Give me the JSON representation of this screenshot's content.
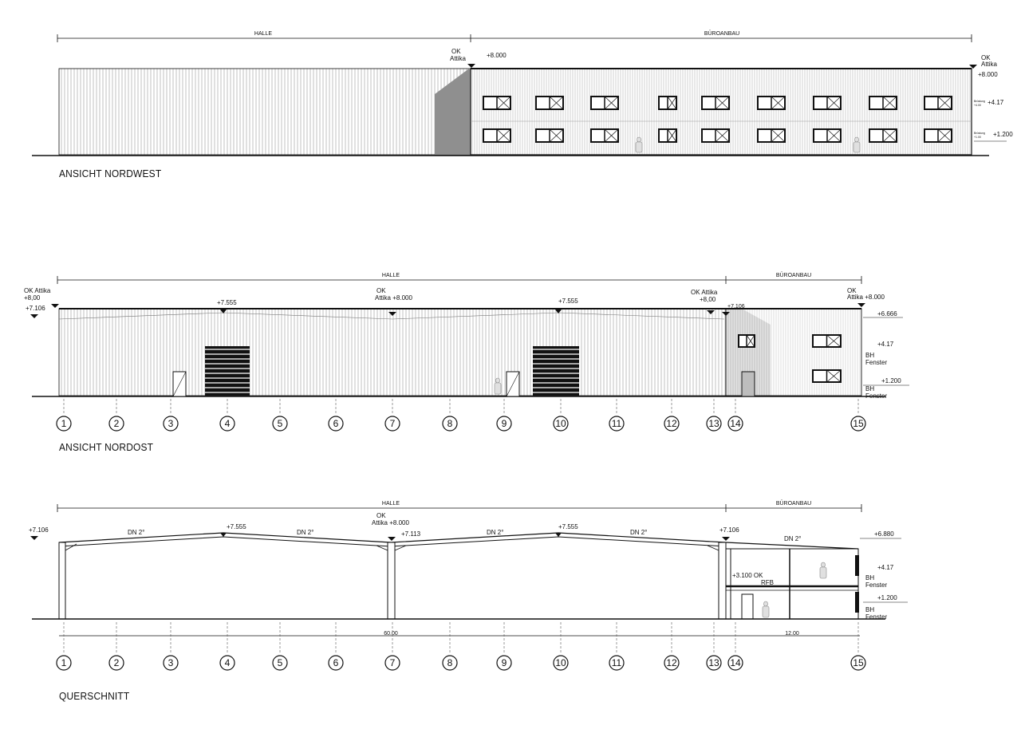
{
  "views": {
    "nordwest": {
      "title": "ANSICHT NORDWEST",
      "zone_halle": "HALLE",
      "zone_buero": "BÜROANBAU",
      "ok_label": "OK",
      "attika_label": "Attika",
      "attika_mid_value": "+8.000",
      "ok_right_1": "OK",
      "ok_right_2": "Attika",
      "attika_right_value": "+8.000",
      "level_upper": "+4.17",
      "level_lower": "+1.200",
      "small_upper_1": "Brüstung",
      "small_upper_2": "+4.00",
      "small_lower_1": "Brüstung",
      "small_lower_2": "+1.00"
    },
    "nordost": {
      "title": "ANSICHT NORDOST",
      "zone_halle": "HALLE",
      "zone_buero": "BÜROANBAU",
      "left_ok": "OK Attika",
      "left_val1": "+8,00",
      "left_val2": "+7.106",
      "peak1": "+7.555",
      "mid_ok": "OK",
      "mid_attika": "Attika +8.000",
      "peak2": "+7.555",
      "r_ok": "OK Attika",
      "r_val": "+8,00",
      "r_val2": "+7.106",
      "far_ok": "OK",
      "far_attika": "Attika +8.000",
      "level_6": "+6.666",
      "level_4": "+4.17",
      "bh1": "BH",
      "fenster1": "Fenster",
      "level_1": "+1.200",
      "bh2": "BH",
      "fenster2": "Fenster",
      "axes": [
        "1",
        "2",
        "3",
        "4",
        "5",
        "6",
        "7",
        "8",
        "9",
        "10",
        "11",
        "12",
        "13",
        "14",
        "15"
      ]
    },
    "querschnitt": {
      "title": "QUERSCHNITT",
      "zone_halle": "HALLE",
      "zone_buero": "BÜROANBAU",
      "left_val": "+7.106",
      "dn1": "DN  2°",
      "peak1": "+7.555",
      "dn2": "DN  2°",
      "mid_ok": "OK",
      "mid_attika": "Attika +8.000",
      "mid_val": "+7.113",
      "dn3": "DN  2°",
      "peak2": "+7.555",
      "dn4": "DN  2°",
      "r_val": "+7.106",
      "dn5": "DN  2°",
      "level_6": "+6.880",
      "okrfb_1": "+3.100 OK",
      "okrfb_2": "RFB",
      "level_4": "+4.17",
      "bh1": "BH",
      "fenster1": "Fenster",
      "level_1": "+1.200",
      "bh2": "BH",
      "fenster2": "Fenster",
      "dim_halle": "60.00",
      "dim_buero": "12.00",
      "axes": [
        "1",
        "2",
        "3",
        "4",
        "5",
        "6",
        "7",
        "8",
        "9",
        "10",
        "11",
        "12",
        "13",
        "14",
        "15"
      ]
    }
  },
  "colors": {
    "line": "#111111",
    "hatch": "#9a9a9a",
    "shade": "#8c8c8c",
    "lightshade": "#c8c8c8"
  }
}
